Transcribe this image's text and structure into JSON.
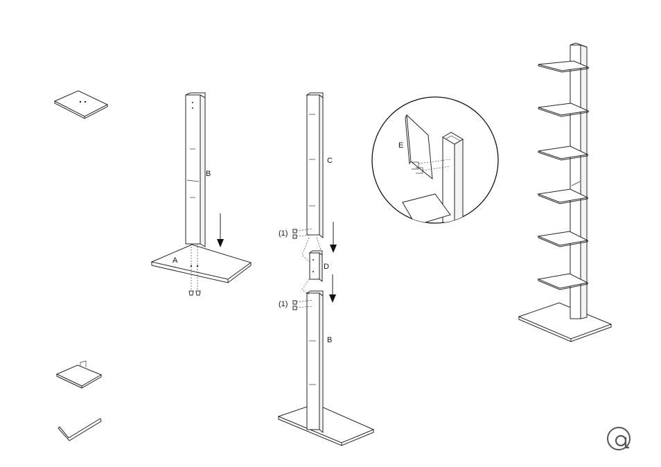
{
  "labels": {
    "a": "A",
    "b_step1": "B",
    "c": "C",
    "d": "D",
    "b_step2": "B",
    "e": "E",
    "screw_qty_top": "(1)",
    "screw_qty_bottom": "(1)"
  },
  "logo": {
    "icon": "brand-logo-icon"
  },
  "colors": {
    "line": "#222222",
    "background": "#ffffff"
  }
}
